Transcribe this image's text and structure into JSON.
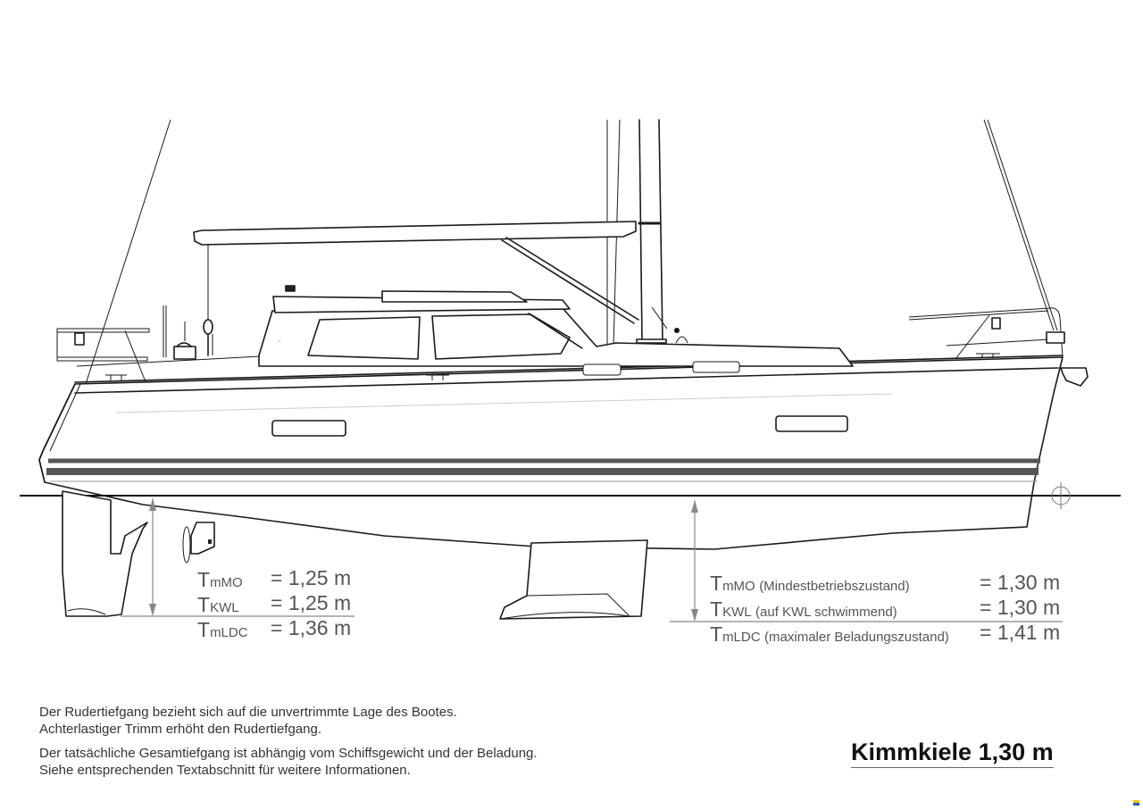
{
  "drawing": {
    "subject": "sailboat-side-profile",
    "hull_stripe_color": "#555555",
    "waterline_color": "#111111",
    "dimension_line_color": "#888888"
  },
  "rudder_draft": {
    "rows": [
      {
        "symbol": "T",
        "subscript": "mMO",
        "value": "= 1,25 m"
      },
      {
        "symbol": "T",
        "subscript": "KWL",
        "value": "= 1,25 m"
      },
      {
        "symbol": "T",
        "subscript": "mLDC",
        "value": "= 1,36 m"
      }
    ]
  },
  "keel_draft": {
    "rows": [
      {
        "symbol": "T",
        "subscript": "mMO",
        "description": "(Mindestbetriebszustand)",
        "value": "= 1,30 m"
      },
      {
        "symbol": "T",
        "subscript": "KWL",
        "description": "(auf KWL schwimmend)",
        "value": "= 1,30 m"
      },
      {
        "symbol": "T",
        "subscript": "mLDC",
        "description": "(maximaler Beladungszustand)",
        "value": "= 1,41 m"
      }
    ]
  },
  "notes": {
    "line1": "Der Rudertiefgang bezieht sich auf die unvertrimmte Lage des Bootes.",
    "line2": "Achterlastiger Trimm erhöht den Rudertiefgang.",
    "line3": "Der tatsächliche Gesamtiefgang ist abhängig vom Schiffsgewicht und der Beladung.",
    "line4": "Siehe entsprechenden Textabschnitt für weitere Informationen."
  },
  "title": "Kimmkiele 1,30 m"
}
